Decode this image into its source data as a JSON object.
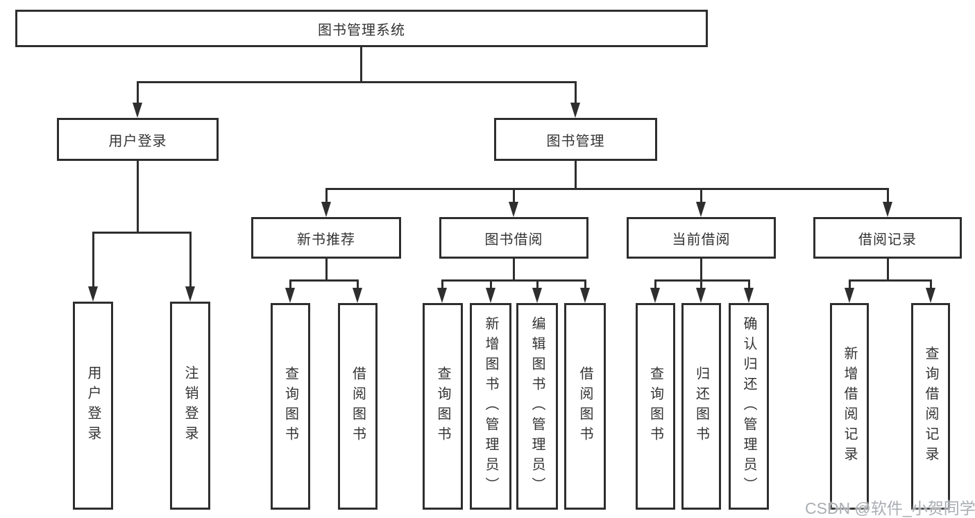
{
  "diagram": {
    "root": "图书管理系统",
    "level2": {
      "user_login": "用户登录",
      "book_mgmt": "图书管理"
    },
    "level3": {
      "new_book": "新书推荐",
      "book_borrow": "图书借阅",
      "current_borrow": "当前借阅",
      "borrow_record": "借阅记录"
    },
    "leaves": {
      "user_login": [
        "用户登录",
        "注销登录"
      ],
      "new_book": [
        "查询图书",
        "借阅图书"
      ],
      "book_borrow": [
        "查询图书",
        "新增图书（管理员）",
        "编辑图书（管理员）",
        "借阅图书"
      ],
      "current_borrow": [
        "查询图书",
        "归还图书",
        "确认归还（管理员）"
      ],
      "borrow_record": [
        "新增借阅记录",
        "查询借阅记录"
      ]
    }
  },
  "watermark": "CSDN @软件_小贺同学",
  "colors": {
    "line": "#2e2e2e",
    "text": "#333333",
    "background": "#ffffff",
    "watermark": "#aaadb2"
  }
}
